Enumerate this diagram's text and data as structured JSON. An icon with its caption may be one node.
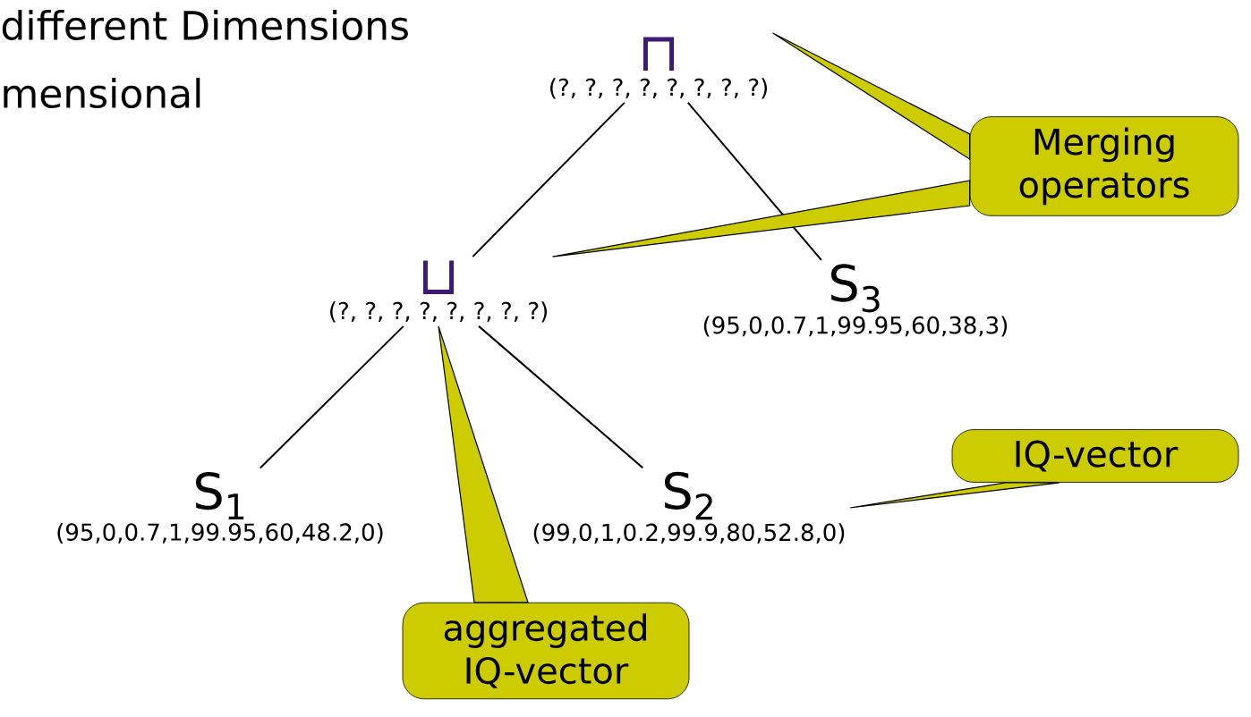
{
  "diagram": {
    "nodes": [
      {
        "text": [
          "⊓",
          "(?, ?, ?, ?, ?, ?, ?, ?)"
        ]
      },
      {
        "text": [
          "⊔",
          "(?, ?, ?, ?, ?, ?, ?, ?)"
        ]
      },
      {
        "text": [
          "S$_{1}$",
          "(95,0,0.7,1,99.95,60,48.2,0)"
        ]
      },
      {
        "text": [
          "S$_{2}$",
          "(99,0,1,0.2,99.9,80,52.8,0)"
        ]
      },
      {
        "text": [
          "S$_{3}$",
          "(95,0,0.7,1,99.95,60,38,3)"
        ]
      },
      {
        "text": [
          "Merging operators"
        ]
      },
      {
        "text": [
          "aggregated IQ-vector"
        ]
      },
      {
        "text": [
          "IQ-vector"
        ]
      }
    ],
    "edges": [
      {
        "from": 0,
        "to": 1,
        "arrow": "none"
      },
      {
        "from": 0,
        "to": 4,
        "arrow": "none"
      },
      {
        "from": 1,
        "to": 2,
        "arrow": "none"
      },
      {
        "from": 1,
        "to": 3,
        "arrow": "none"
      },
      {
        "from": 5,
        "to": 0,
        "arrow": "none"
      },
      {
        "from": 5,
        "to": 1,
        "arrow": "none"
      },
      {
        "from": 6,
        "to": 1,
        "arrow": "none"
      },
      {
        "from": 7,
        "to": 3,
        "arrow": "none"
      }
    ],
    "labels": [
      "different Dimensions",
      "mensional"
    ]
  }
}
